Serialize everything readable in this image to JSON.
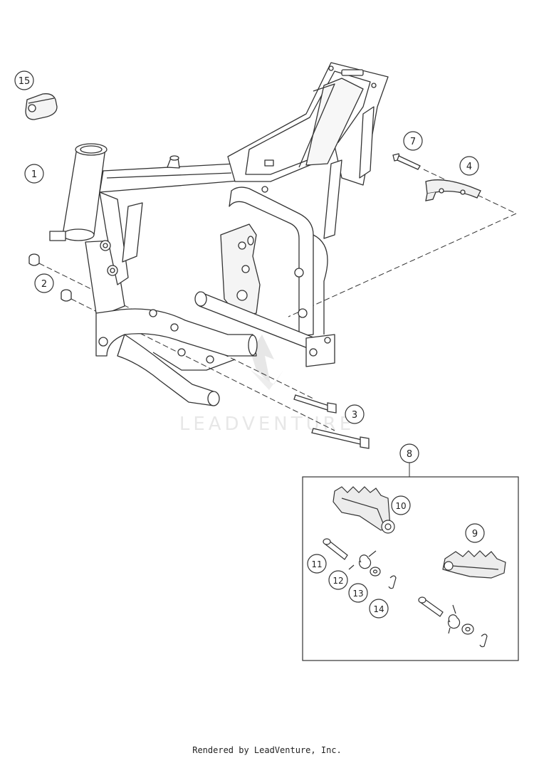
{
  "diagram": {
    "callouts": [
      {
        "id": "callout-15",
        "label": "15"
      },
      {
        "id": "callout-1",
        "label": "1"
      },
      {
        "id": "callout-2",
        "label": "2"
      },
      {
        "id": "callout-7",
        "label": "7"
      },
      {
        "id": "callout-4",
        "label": "4"
      },
      {
        "id": "callout-3",
        "label": "3"
      },
      {
        "id": "callout-8",
        "label": "8"
      },
      {
        "id": "callout-10",
        "label": "10"
      },
      {
        "id": "callout-9",
        "label": "9"
      },
      {
        "id": "callout-11",
        "label": "11"
      },
      {
        "id": "callout-12",
        "label": "12"
      },
      {
        "id": "callout-13",
        "label": "13"
      },
      {
        "id": "callout-14",
        "label": "14"
      }
    ]
  },
  "watermark": {
    "text": "LEADVENTURE"
  },
  "footer": {
    "text": "Rendered by LeadVenture, Inc."
  }
}
